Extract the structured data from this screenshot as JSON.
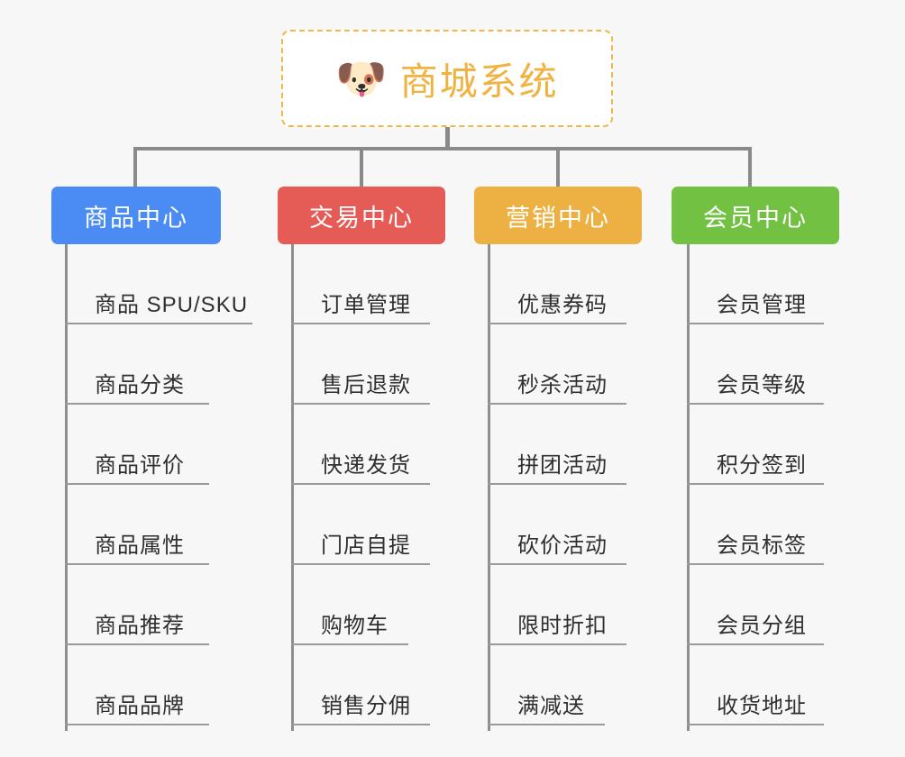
{
  "root": {
    "icon": "dog-face-icon",
    "icon_glyph": "🐶",
    "title": "商城系统",
    "border_color": "#f0b84a",
    "text_color": "#f0b342"
  },
  "connector_color": "#8a8a8a",
  "branches": [
    {
      "id": "product-center",
      "label": "商品中心",
      "color": "#4a8cf4",
      "items": [
        {
          "label": "商品 SPU/SKU",
          "underline_width": 208
        },
        {
          "label": "商品分类",
          "underline_width": 160
        },
        {
          "label": "商品评价",
          "underline_width": 160
        },
        {
          "label": "商品属性",
          "underline_width": 160
        },
        {
          "label": "商品推荐",
          "underline_width": 160
        },
        {
          "label": "商品品牌",
          "underline_width": 160
        }
      ]
    },
    {
      "id": "trade-center",
      "label": "交易中心",
      "color": "#e55b55",
      "items": [
        {
          "label": "订单管理",
          "underline_width": 154
        },
        {
          "label": "售后退款",
          "underline_width": 154
        },
        {
          "label": "快递发货",
          "underline_width": 154
        },
        {
          "label": "门店自提",
          "underline_width": 154
        },
        {
          "label": "购物车",
          "underline_width": 130
        },
        {
          "label": "销售分佣",
          "underline_width": 154
        }
      ]
    },
    {
      "id": "marketing-center",
      "label": "营销中心",
      "color": "#edb143",
      "items": [
        {
          "label": "优惠券码",
          "underline_width": 154
        },
        {
          "label": "秒杀活动",
          "underline_width": 154
        },
        {
          "label": "拼团活动",
          "underline_width": 154
        },
        {
          "label": "砍价活动",
          "underline_width": 154
        },
        {
          "label": "限时折扣",
          "underline_width": 154
        },
        {
          "label": "满减送",
          "underline_width": 130
        }
      ]
    },
    {
      "id": "member-center",
      "label": "会员中心",
      "color": "#72c143",
      "items": [
        {
          "label": "会员管理",
          "underline_width": 152
        },
        {
          "label": "会员等级",
          "underline_width": 152
        },
        {
          "label": "积分签到",
          "underline_width": 152
        },
        {
          "label": "会员标签",
          "underline_width": 152
        },
        {
          "label": "会员分组",
          "underline_width": 152
        },
        {
          "label": "收货地址",
          "underline_width": 152
        }
      ]
    }
  ]
}
